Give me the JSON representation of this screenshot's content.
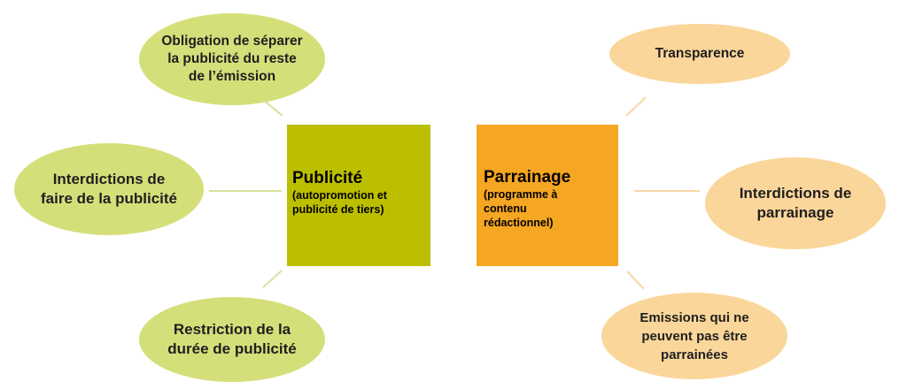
{
  "colors": {
    "publicite_box": "#bcbf00",
    "parrainage_box": "#f5a623",
    "green_oval": "#d5df7a",
    "orange_oval": "#fbd69a",
    "connector_green": "#d8e29a",
    "connector_orange": "#f7d7a6"
  },
  "center_boxes": {
    "publicite": {
      "title": "Publicité",
      "subtitle": "(autopromotion et\npublicité de tiers)"
    },
    "parrainage": {
      "title": "Parrainage",
      "subtitle": "(programme à\ncontenu\nrédactionnel)"
    }
  },
  "publicite_nodes": [
    {
      "label": "Obligation de séparer\nla publicité du reste\nde l’émission"
    },
    {
      "label": "Interdictions de\nfaire de la publicité"
    },
    {
      "label": "Restriction de la\ndurée de publicité"
    }
  ],
  "parrainage_nodes": [
    {
      "label": "Transparence"
    },
    {
      "label": "Interdictions de\nparrainage"
    },
    {
      "label": "Emissions qui ne\npeuvent pas être\nparrainées"
    }
  ]
}
